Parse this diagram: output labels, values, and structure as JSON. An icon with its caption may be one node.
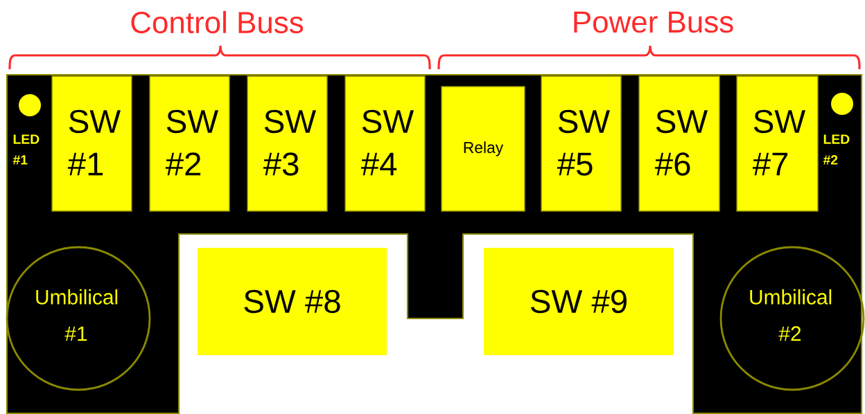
{
  "diagram": {
    "nodes": [
      {
        "text": [
          "LED #1"
        ]
      },
      {
        "text": [
          "SW #1"
        ]
      },
      {
        "text": [
          "SW #2"
        ]
      },
      {
        "text": [
          "SW #3"
        ]
      },
      {
        "text": [
          "SW #4"
        ]
      },
      {
        "text": [
          "Relay"
        ]
      },
      {
        "text": [
          "SW #5"
        ]
      },
      {
        "text": [
          "SW #6"
        ]
      },
      {
        "text": [
          "SW #7"
        ]
      },
      {
        "text": [
          "LED #2"
        ]
      },
      {
        "text": [
          "Umbilical #1"
        ]
      },
      {
        "text": [
          "SW #8"
        ]
      },
      {
        "text": [
          "SW #9"
        ]
      },
      {
        "text": [
          "Umbilical #2"
        ]
      }
    ],
    "labels": [
      "Control Buss",
      "Power Buss"
    ]
  }
}
